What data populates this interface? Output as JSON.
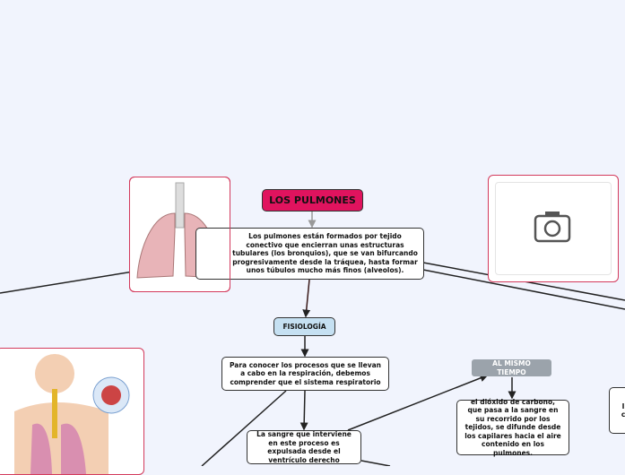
{
  "title": "LOS PULMONES",
  "main_text": "Los pulmones están formados por tejido conectivo que encierran unas estructuras tubulares (los bronquios), que se van bifurcando progresivamente desde la tráquea, hasta formar unos túbulos mucho más finos (alveolos).",
  "fisiologia": "FISIOLOGÍA",
  "procesos": "Para conocer los procesos que se llevan a cabo en la respiración, debemos comprender que el sistema respiratorio",
  "sangre": "La sangre que interviene en este proceso es expulsada desde el ventrículo derecho",
  "al_mismo_tiempo": "AL MISMO TIEMPO",
  "dioxido": "el dióxido de carbono, que pasa a la sangre en su recorrido por los tejidos, se difunde desde los capilares hacia el aire contenido en los pulmones.",
  "right_partial": "In... co...",
  "images": [
    "lungs-image",
    "camera-placeholder-icon",
    "respiratory-system-image"
  ]
}
